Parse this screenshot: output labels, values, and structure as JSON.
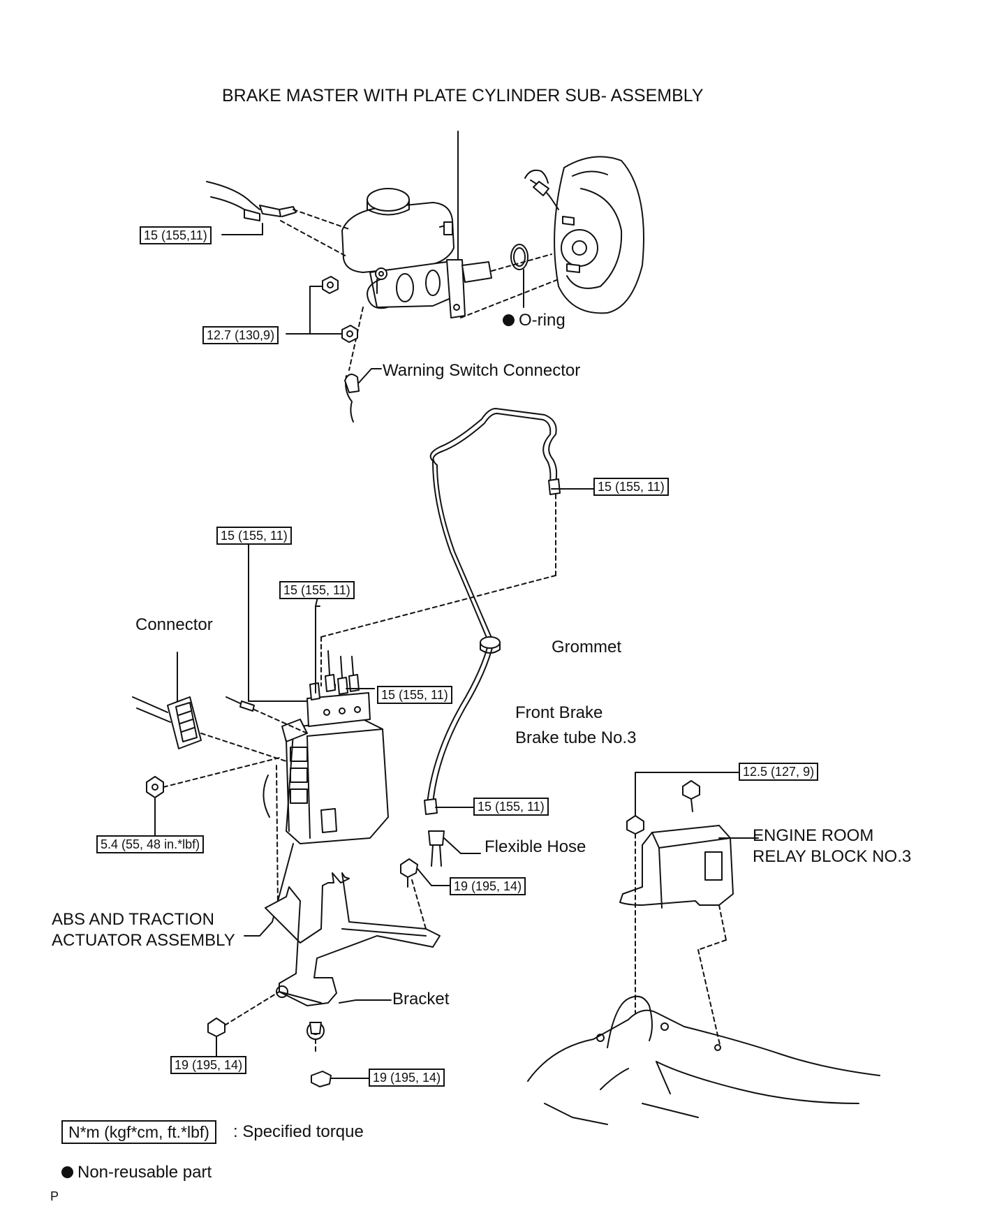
{
  "title": "BRAKE MASTER WITH PLATE CYLINDER SUB- ASSEMBLY",
  "labels": {
    "o_ring": "O-ring",
    "warning_switch_connector": "Warning Switch Connector",
    "connector": "Connector",
    "grommet": "Grommet",
    "front_brake_line1": "Front Brake",
    "front_brake_line2": "Brake tube No.3",
    "flexible_hose": "Flexible Hose",
    "engine_room_relay_line1": "ENGINE ROOM",
    "engine_room_relay_line2": "RELAY BLOCK NO.3",
    "abs_line1": "ABS AND TRACTION",
    "abs_line2": "ACTUATOR ASSEMBLY",
    "bracket": "Bracket"
  },
  "torques": {
    "master_tube": "15 (155,11)",
    "master_nut": "12.7 (130,9)",
    "tube_upper": "15 (155, 11)",
    "abs_left": "15 (155, 11)",
    "abs_top": "15 (155, 11)",
    "abs_right": "15 (155, 11)",
    "tube_lower": "15 (155, 11)",
    "abs_bolt": "5.4 (55, 48 in.*lbf)",
    "bracket_bolt_right": "19 (195, 14)",
    "bracket_bolt_left": "19 (195, 14)",
    "bracket_nut": "19 (195, 14)",
    "relay_bolt": "12.5 (127, 9)"
  },
  "legend": {
    "torque_unit": "N*m (kgf*cm, ft.*lbf)",
    "torque_desc": ": Specified torque",
    "nonreusable": "Non-reusable part"
  },
  "footer_mark": "P"
}
